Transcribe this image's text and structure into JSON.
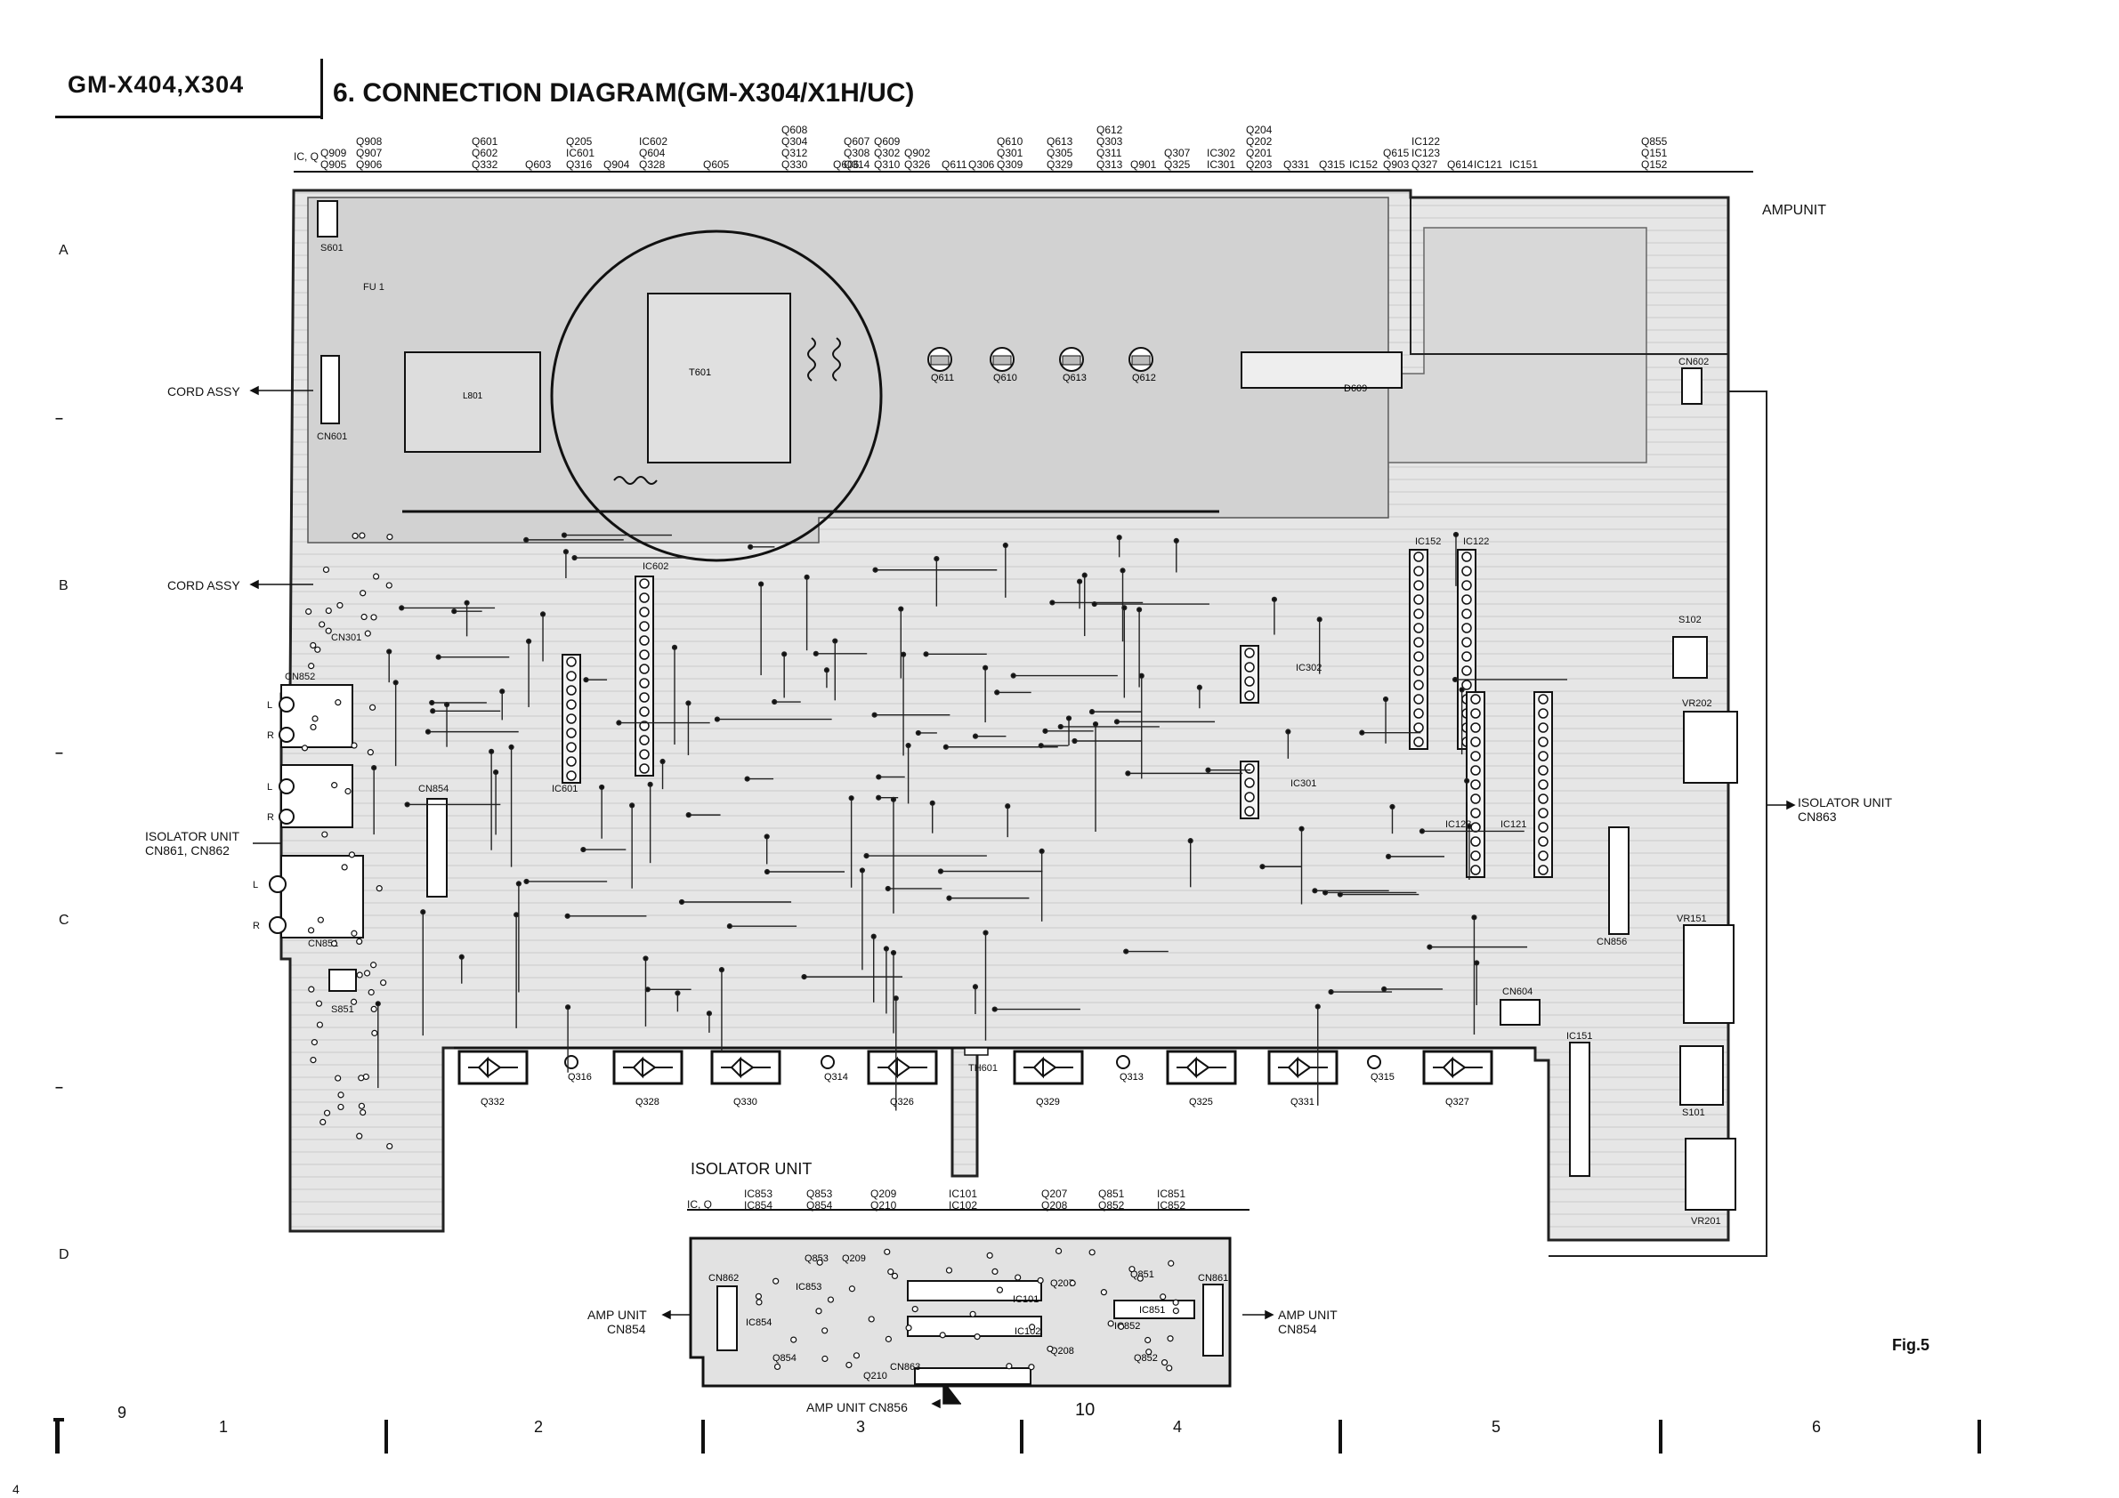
{
  "header": {
    "model": "GM-X404,X304",
    "title": "6. CONNECTION DIAGRAM(GM-X304/X1H/UC)"
  },
  "ref_row": {
    "lead": "IC, Q",
    "columns": [
      [
        "Q909",
        "Q905"
      ],
      [
        "Q908",
        "Q907",
        "Q906"
      ],
      [
        "Q601",
        "Q602",
        "Q332"
      ],
      [
        "Q603"
      ],
      [
        "Q205",
        "IC601",
        "Q316"
      ],
      [
        "Q904"
      ],
      [
        "IC602",
        "Q604",
        "Q328"
      ],
      [
        "Q605"
      ],
      [
        "Q608",
        "Q304",
        "Q312",
        "Q330"
      ],
      [
        "Q606"
      ],
      [
        "Q607",
        "Q308",
        "Q314"
      ],
      [
        "Q609",
        "Q302",
        "Q310"
      ],
      [
        "Q902",
        "Q326"
      ],
      [
        "Q611"
      ],
      [
        "Q306"
      ],
      [
        "Q610",
        "Q301",
        "Q309"
      ],
      [
        "Q613",
        "Q305",
        "Q329"
      ],
      [
        "Q612",
        "Q303",
        "Q311",
        "Q313"
      ],
      [
        "Q901"
      ],
      [
        "Q307",
        "Q325"
      ],
      [
        "IC302",
        "IC301"
      ],
      [
        "Q204",
        "Q202",
        "Q201",
        "Q203"
      ],
      [
        "Q331"
      ],
      [
        "Q315"
      ],
      [
        "IC152"
      ],
      [
        "Q615",
        "Q903"
      ],
      [
        "IC122",
        "IC123",
        "Q327"
      ],
      [
        "Q614"
      ],
      [
        "IC121"
      ],
      [
        "IC151"
      ],
      [
        "Q855",
        "Q151",
        "Q152"
      ]
    ]
  },
  "row_labels": [
    "A",
    "–",
    "B",
    "–",
    "C",
    "–",
    "D"
  ],
  "callouts": {
    "cord_assy_1": "CORD ASSY",
    "cord_assy_2": "CORD ASSY",
    "isolator_left_1": "ISOLATOR UNIT",
    "isolator_left_2": "CN861, CN862",
    "isolator_right_1": "ISOLATOR UNIT",
    "isolator_right_2": "CN863",
    "ampunit": "AMPUNIT",
    "amp_unit_left_1": "AMP UNIT",
    "amp_unit_left_2": "CN854",
    "amp_unit_right_1": "AMP UNIT",
    "amp_unit_right_2": "CN854",
    "amp_unit_bottom": "AMP UNIT  CN856"
  },
  "board_labels": {
    "transformer": "T601",
    "s601": "S601",
    "cn601": "CN601",
    "cn301": "CN301",
    "cn852": "CN852",
    "cn854": "CN854",
    "cn851": "CN851",
    "s851": "S851",
    "cn602": "CN602",
    "d609": "D609",
    "s102": "S102",
    "vr202": "VR202",
    "vr151": "VR151",
    "vr201": "VR201",
    "cn856": "CN856",
    "cn604": "CN604",
    "ic151": "IC151",
    "s101": "S101",
    "th601": "TH601",
    "ic152": "IC152",
    "ic122": "IC122",
    "ic123": "IC123",
    "ic121": "IC121",
    "ic602": "IC602",
    "ic601": "IC601",
    "ic302": "IC302",
    "ic301": "IC301",
    "l801": "L801",
    "fu1": "FU 1",
    "l": "L",
    "r": "R"
  },
  "top_transistors": [
    "Q611",
    "Q610",
    "Q613",
    "Q612"
  ],
  "power_transistors": [
    "Q332",
    "Q316",
    "Q328",
    "Q330",
    "Q314",
    "Q326",
    "Q329",
    "Q313",
    "Q325",
    "Q331",
    "Q315",
    "Q327"
  ],
  "isolator_unit": {
    "title": "ISOLATOR UNIT",
    "ref_lead": "IC, Q",
    "columns": [
      [
        "IC853",
        "IC854"
      ],
      [
        "Q853",
        "Q854"
      ],
      [
        "Q209",
        "Q210"
      ],
      [
        "IC101",
        "IC102"
      ],
      [
        "Q207",
        "Q208"
      ],
      [
        "Q851",
        "Q852"
      ],
      [
        "IC851",
        "IC852"
      ]
    ],
    "labels": [
      "CN862",
      "IC854",
      "IC853",
      "Q853",
      "Q209",
      "IC101",
      "Q207",
      "IC852",
      "Q851",
      "CN861",
      "Q854",
      "Q210",
      "CN863",
      "IC102",
      "Q208",
      "Q852",
      "IC851"
    ]
  },
  "fig_label": "Fig.5",
  "bottom_numbers": [
    "9",
    "1",
    "2",
    "3",
    "10",
    "4",
    "5",
    "6"
  ],
  "page_number": "4"
}
